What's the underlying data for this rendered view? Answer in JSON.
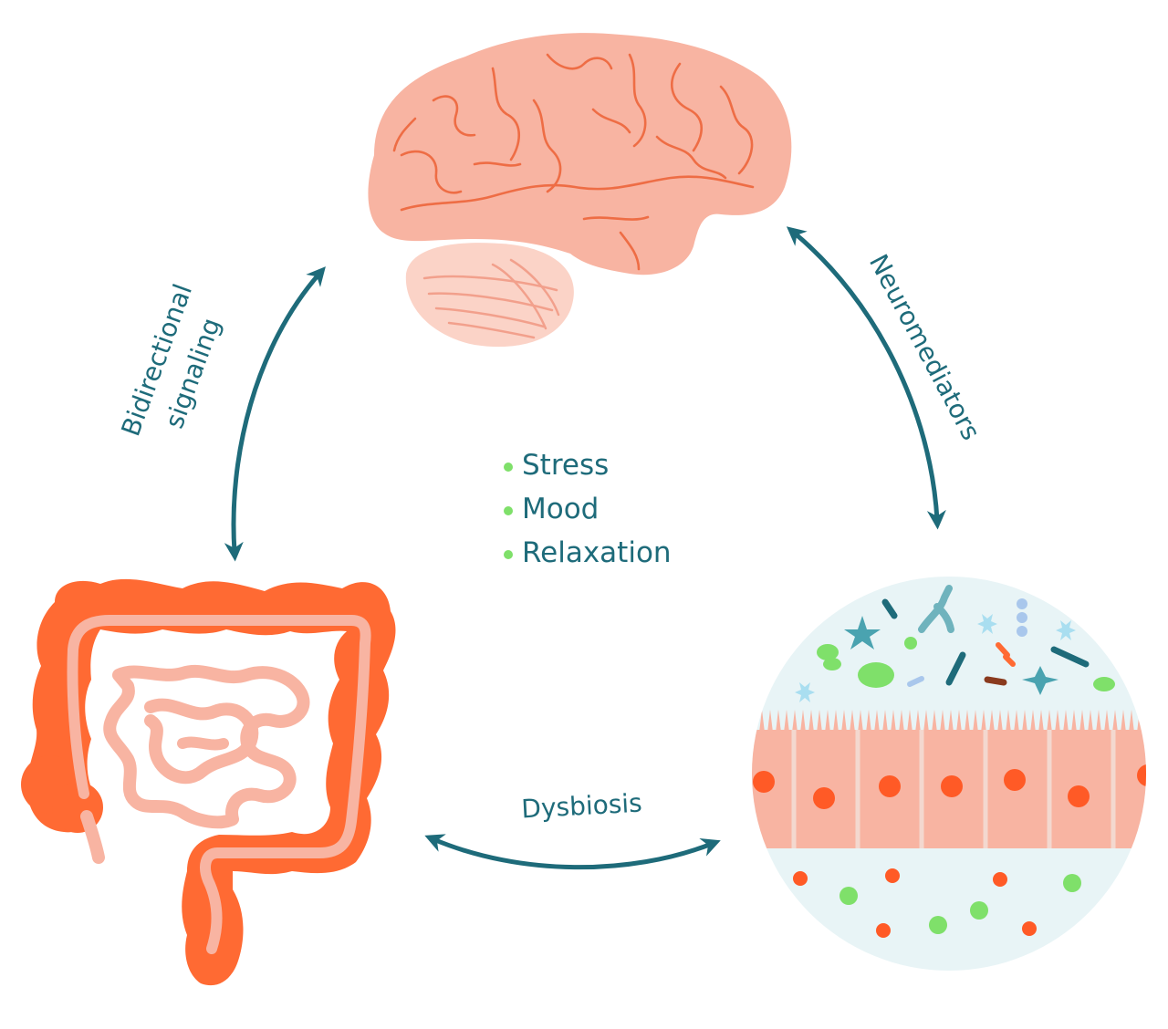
{
  "labels": {
    "bidirectional_line1": "Bidirectional",
    "bidirectional_line2": "signaling",
    "neuromediators": "Neuromediators",
    "dysbiosis": "Dysbiosis"
  },
  "center_list": [
    "Stress",
    "Mood",
    "Relaxation"
  ],
  "icons": {
    "brain": "brain-icon",
    "intestine": "intestine-icon",
    "microbiome": "gut-microbiome-icon"
  },
  "colors": {
    "arrow": "#1e6b7a",
    "bullet": "#7fe06a",
    "intestine": "#ff6a33",
    "brain": "#f8b4a2",
    "brain_line": "#ee6d45",
    "lumen_bg": "#e8f4f6",
    "cell": "#f8b4a2"
  }
}
